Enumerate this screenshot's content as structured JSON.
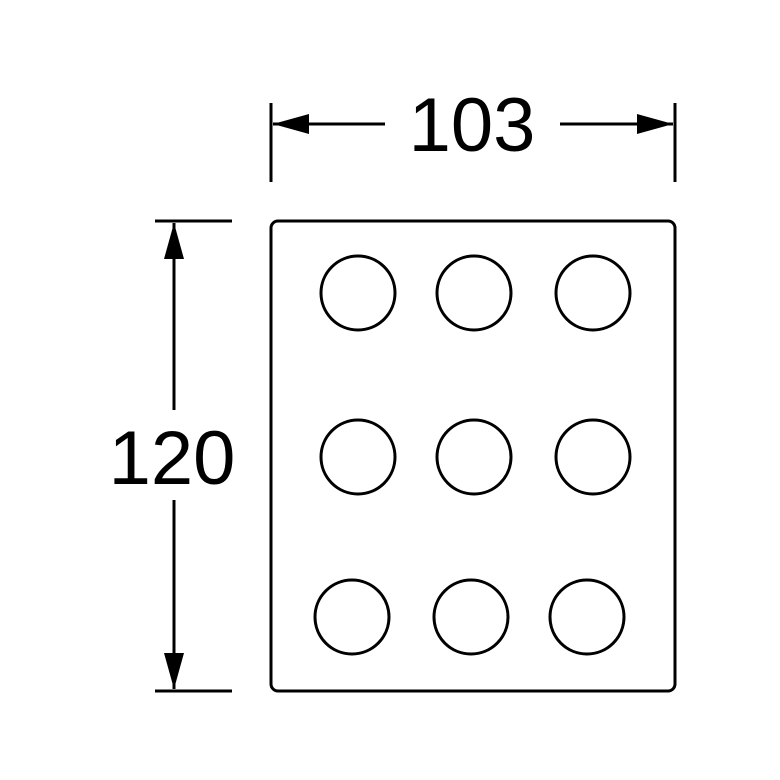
{
  "dimensions": {
    "width_label": "103",
    "height_label": "120"
  },
  "grid": {
    "rows": 3,
    "columns": 3
  },
  "colors": {
    "stroke": "#000000",
    "background": "#ffffff"
  }
}
